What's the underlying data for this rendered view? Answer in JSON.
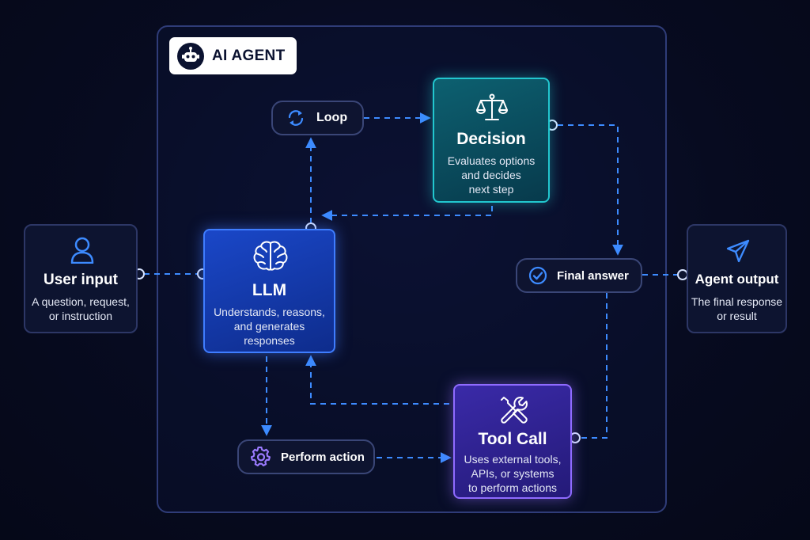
{
  "badge": {
    "label": "AI AGENT",
    "icon": "robot-icon"
  },
  "user_input": {
    "title": "User input",
    "desc_line1": "A question, request,",
    "desc_line2": "or instruction",
    "icon": "user-icon"
  },
  "llm": {
    "title": "LLM",
    "desc_line1": "Understands, reasons,",
    "desc_line2": "and generates",
    "desc_line3": "responses",
    "icon": "brain-icon"
  },
  "loop": {
    "label": "Loop",
    "icon": "refresh-icon"
  },
  "decision": {
    "title": "Decision",
    "desc_line1": "Evaluates options",
    "desc_line2": "and decides",
    "desc_line3": "next step",
    "icon": "scales-icon"
  },
  "final_answer": {
    "label": "Final answer",
    "icon": "check-circle-icon"
  },
  "agent_output": {
    "title": "Agent output",
    "desc_line1": "The final response",
    "desc_line2": "or result",
    "icon": "paper-plane-icon"
  },
  "perform_action": {
    "label": "Perform action",
    "icon": "gear-icon"
  },
  "tool_call": {
    "title": "Tool Call",
    "desc_line1": "Uses external tools,",
    "desc_line2": "APIs, or systems",
    "desc_line3": "to perform actions",
    "icon": "wrench-screwdriver-icon"
  },
  "colors": {
    "connector": "#3d8bff",
    "llm_border": "#3f7dff",
    "decision_border": "#22c7cf",
    "tool_border": "#8f6bff"
  }
}
